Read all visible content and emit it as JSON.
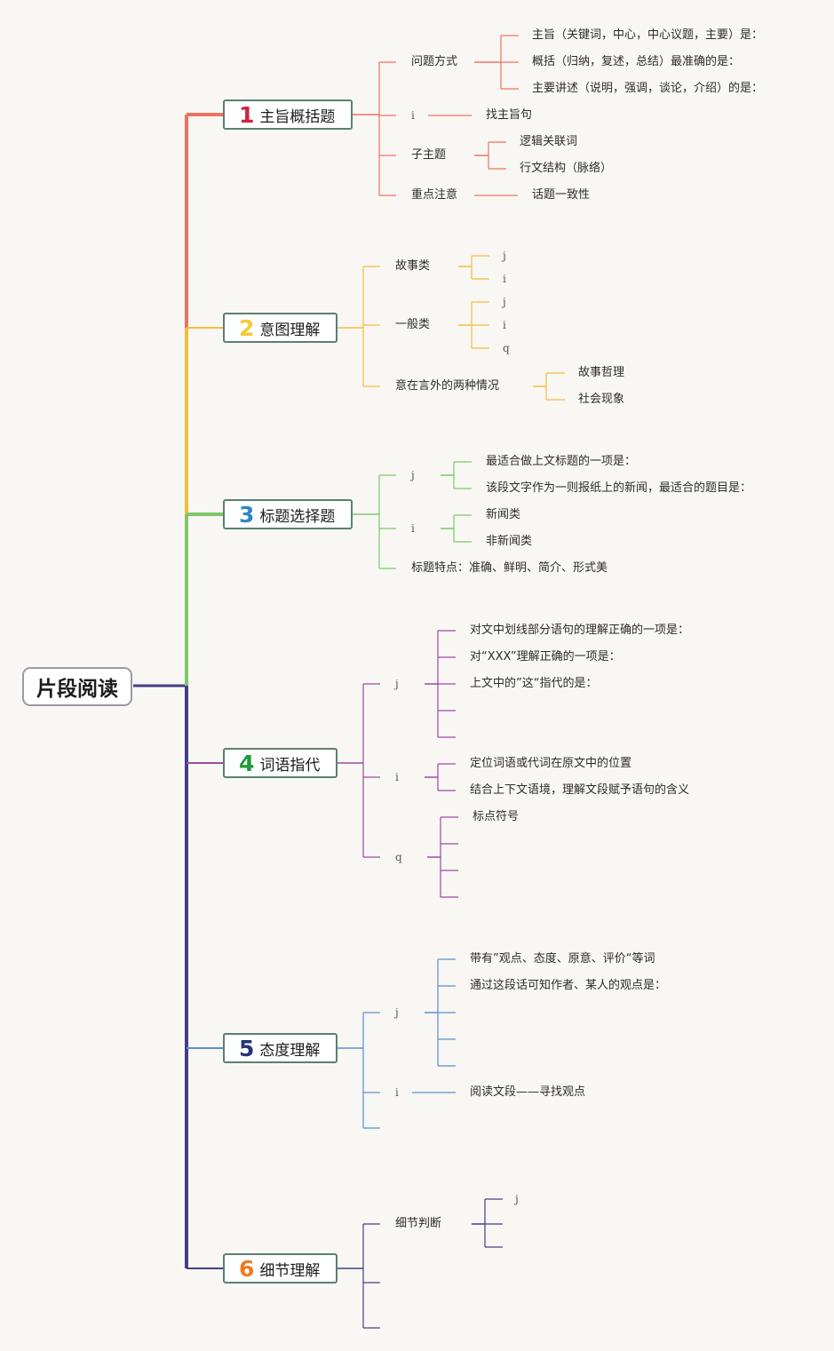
{
  "root": {
    "label": "片段阅读"
  },
  "modules": [
    {
      "num": "1",
      "title": "主旨概括题",
      "color": "#f07163",
      "numColor": "#d0233c",
      "items": [
        {
          "label": "问题方式",
          "children": [
            "主旨（关键词，中心，中心议题，主要）是：",
            "概括（归纳，复述，总结）最准确的是：",
            "主要讲述（说明，强调，谈论，介绍）的是："
          ]
        },
        {
          "label": "i",
          "children": [
            "找主旨句"
          ]
        },
        {
          "label": "子主题",
          "children": [
            "逻辑关联词",
            "行文结构（脉络）"
          ]
        },
        {
          "label": "重点注意",
          "children": [
            "话题一致性"
          ]
        }
      ]
    },
    {
      "num": "2",
      "title": "意图理解",
      "color": "#f6bd3b",
      "numColor": "#f5c934",
      "items": [
        {
          "label": "故事类",
          "children": [
            "j",
            "i"
          ]
        },
        {
          "label": "一般类",
          "children": [
            "j",
            "i",
            "q"
          ]
        },
        {
          "label": "意在言外的两种情况",
          "children": [
            "故事哲理",
            "社会现象"
          ]
        }
      ]
    },
    {
      "num": "3",
      "title": "标题选择题",
      "color": "#7ec76a",
      "numColor": "#2b86c9",
      "items": [
        {
          "label": "j",
          "children": [
            "最适合做上文标题的一项是：",
            "该段文字作为一则报纸上的新闻，最适合的题目是："
          ]
        },
        {
          "label": "i",
          "children": [
            "新闻类",
            "非新闻类"
          ]
        },
        {
          "label": "标题特点：准确、鲜明、简介、形式美",
          "children": []
        }
      ]
    },
    {
      "num": "4",
      "title": "词语指代",
      "color": "#9c4b9c",
      "numColor": "#1f9a3c",
      "items": [
        {
          "label": "j",
          "children": [
            "对文中划线部分语句的理解正确的一项是：",
            "对“XXX”理解正确的一项是：",
            "上文中的”这“指代的是：",
            "",
            ""
          ]
        },
        {
          "label": "i",
          "children": [
            "定位词语或代词在原文中的位置",
            "结合上下文语境，理解文段赋予语句的含义"
          ]
        },
        {
          "label": "q",
          "children": [
            "标点符号",
            "",
            "",
            ""
          ]
        }
      ]
    },
    {
      "num": "5",
      "title": "态度理解",
      "color": "#5b8fcf",
      "numColor": "#23337a",
      "items": [
        {
          "label": "j",
          "children": [
            "带有”观点、态度、原意、评价“等词",
            "通过这段话可知作者、某人的观点是：",
            "",
            ""
          ]
        },
        {
          "label": "i",
          "children": [
            "阅读文段——寻找观点"
          ]
        },
        {
          "label": "",
          "children": []
        }
      ]
    },
    {
      "num": "6",
      "title": "细节理解",
      "color": "#463e86",
      "numColor": "#ef7b1f",
      "items": [
        {
          "label": "细节判断",
          "children": [
            "j",
            "",
            ""
          ]
        },
        {
          "label": "",
          "children": []
        },
        {
          "label": "",
          "children": []
        }
      ]
    }
  ]
}
